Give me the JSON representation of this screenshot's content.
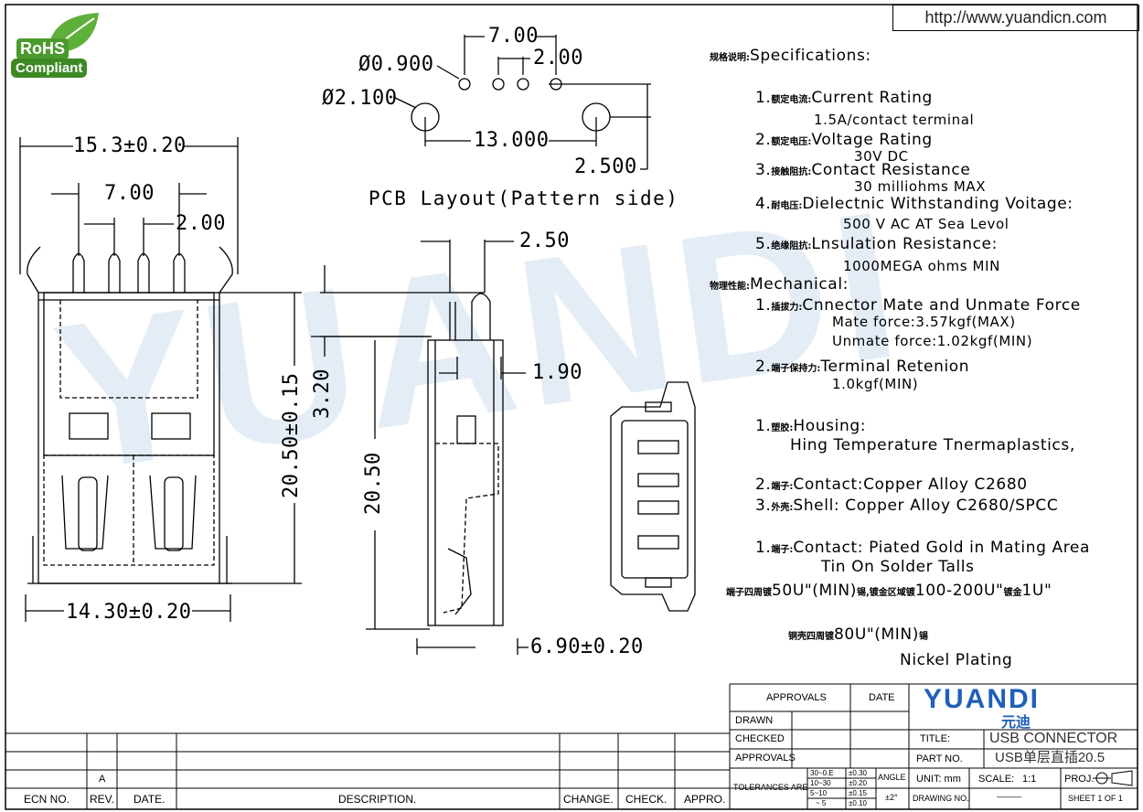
{
  "header": {
    "url": "http://www.yuandicn.com",
    "rohs_line1": "RoHS",
    "rohs_line2": "Compliant"
  },
  "watermark": "YUANDI",
  "pcb_layout": {
    "title": "PCB Layout(Pattern side)",
    "hole_small": "Ø0.900",
    "hole_large": "Ø2.100",
    "pitch_outer": "7.00",
    "pitch_inner": "2.00",
    "span": "13.000",
    "offset": "2.500"
  },
  "front_view": {
    "width_top": "15.3±0.20",
    "pitch_outer": "7.00",
    "pitch_inner": "2.00",
    "height": "20.50±0.15",
    "width_bottom": "14.30±0.20"
  },
  "side_view": {
    "pin_width": "2.50",
    "pin_length": "3.20",
    "pin_offset": "1.90",
    "height": "20.50",
    "depth": "6.90±0.20"
  },
  "specs": {
    "heading": "Specifications:",
    "heading_cn": "规格说明:",
    "items": [
      {
        "num": "1.",
        "cn": "额定电流:",
        "label": "Current  Rating",
        "value": "1.5A/contact  terminal"
      },
      {
        "num": "2.",
        "cn": "额定电压:",
        "label": "Voltage  Rating",
        "value": "30V  DC"
      },
      {
        "num": "3.",
        "cn": "接触阻抗:",
        "label": "Contact  Resistance",
        "value": "30  milliohms  MAX"
      },
      {
        "num": "4.",
        "cn": "耐电压:",
        "label": "Dielectnic  Withstanding  Voitage:",
        "value": "500  V  AC  AT  Sea  Levol"
      },
      {
        "num": "5.",
        "cn": "绝缘阻抗:",
        "label": "Lnsulation  Resistance:",
        "value": "1000MEGA  ohms  MIN"
      }
    ],
    "mech_heading": "Mechanical:",
    "mech_heading_cn": "物理性能:",
    "mech1": {
      "num": "1.",
      "cn": "插拔力:",
      "label": "Cnnector  Mate  and  Unmate  Force",
      "v1": "Mate  force:3.57kgf(MAX)",
      "v2": "Unmate  force:1.02kgf(MIN)"
    },
    "mech2": {
      "num": "2.",
      "cn": "端子保持力:",
      "label": "Terminal  Retenion",
      "v1": "1.0kgf(MIN)"
    },
    "housing": {
      "num": "1.",
      "cn": "塑胶:",
      "label": "Housing:",
      "value": "Hing  Temperature    Tnermaplastics,"
    },
    "contact": {
      "num": "2.",
      "cn": "端子:",
      "label": "Contact:Copper  Alloy  C2680"
    },
    "shell": {
      "num": "3.",
      "cn": "外壳:",
      "label": "Shell:  Copper  Alloy  C2680/SPCC"
    },
    "plating": {
      "num": "1.",
      "cn": "端子:",
      "label": "Contact:  Piated  Gold  in  Mating  Area",
      "value": "Tin  On  Solder  Talls"
    },
    "plating_cn1_a": "端子四周镀",
    "plating_cn1_b": "50U\"(MIN)",
    "plating_cn1_c": "锡,镀金区域镀",
    "plating_cn1_d": "100-200U\"",
    "plating_cn1_e": "镀金",
    "plating_cn1_f": "1U\"",
    "plating_cn2_a": "铜壳四周镀",
    "plating_cn2_b": "80U\"(MIN)",
    "plating_cn2_c": "锡",
    "nickel": "Nickel  Plating"
  },
  "title_block": {
    "approvals": "APPROVALS",
    "date": "DATE",
    "drawn": "DRAWN",
    "checked": "CHECKED",
    "approvals2": "APPROVALS",
    "tolerances": "TOLERANCES  ARE",
    "tol_rows": [
      {
        "range": "30~0.E",
        "tol": "±0.30"
      },
      {
        "range": "10~30",
        "tol": "±0.20"
      },
      {
        "range": "5~10",
        "tol": "±0.15"
      },
      {
        "range": "~ 5",
        "tol": "±0.10"
      }
    ],
    "angle": "ANGLE",
    "angle_val": "±2°",
    "logo": "YUANDI",
    "logo_cn": "元迪",
    "title_label": "TITLE:",
    "title_value": "USB CONNECTOR",
    "part_label": "PART  NO.",
    "part_value": "USB单层直插20.5",
    "unit_label": "UNIT:  mm",
    "scale_label": "SCALE:",
    "scale_value": "1:1",
    "proj_label": "PROJ.",
    "drawing_label": "DRAWING  NO.",
    "drawing_value": "———",
    "sheet": "SHEET   1  OF  1"
  },
  "revision_block": {
    "rev_a": "A",
    "ecn": "ECN  NO.",
    "rev": "REV.",
    "date": "DATE.",
    "description": "DESCRIPTION.",
    "change": "CHANGE.",
    "check": "CHECK.",
    "appro": "APPRO."
  }
}
